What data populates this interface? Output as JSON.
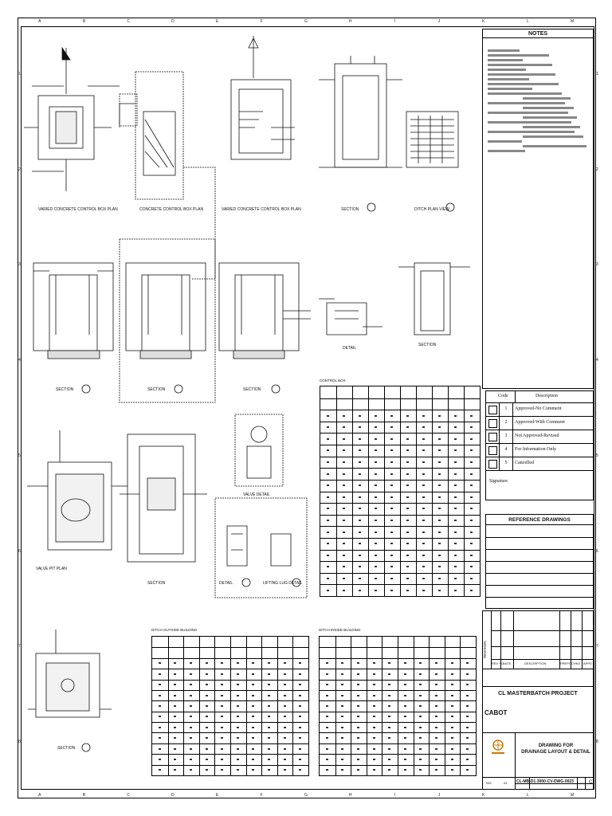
{
  "panel": {
    "notes_title": "NOTES",
    "code_header": "Code",
    "description_header": "Description",
    "codes": [
      {
        "num": "1",
        "desc": "Approved-No Comment"
      },
      {
        "num": "2",
        "desc": "Approved-With Comment"
      },
      {
        "num": "3",
        "desc": "Not Approved-Revised"
      },
      {
        "num": "4",
        "desc": "For Information Only"
      },
      {
        "num": "5",
        "desc": "Cancelled"
      }
    ],
    "signature_label": "Signature",
    "reference_title": "REFERENCE DRAWINGS"
  },
  "titleblock": {
    "revision_label": "REVISION",
    "rev_no_label": "REV NO.",
    "date_label": "DATE",
    "description_label": "DESCRIPTION",
    "prepd_label": "PREPD",
    "chkd_label": "CHKD",
    "appd_label": "APPD",
    "project_name": "CL MASTERBATCH PROJECT",
    "company": "CABOT",
    "drawing_title_1": "DRAWING FOR",
    "drawing_title_2": "DRAINAGE LAYOUT & DETAIL",
    "drawing_number": "CL-MB-D1-3000-CV-DWG-0023",
    "scale": "N/S",
    "size": "A1",
    "sheet": "1 / 1",
    "rev": "C"
  },
  "tables": {
    "control_box_title": "CONTROL BOX",
    "ditch_outside_title": "DITCH OUTSIDE BUILDING",
    "ditch_inside_title": "DITCH INSIDE BUILDING"
  },
  "grid": {
    "columns": [
      "A",
      "B",
      "C",
      "D",
      "E",
      "F",
      "G",
      "H",
      "I",
      "J",
      "K",
      "L",
      "M"
    ],
    "rows": [
      "1",
      "2",
      "3",
      "4",
      "5",
      "6",
      "7",
      "8"
    ]
  }
}
